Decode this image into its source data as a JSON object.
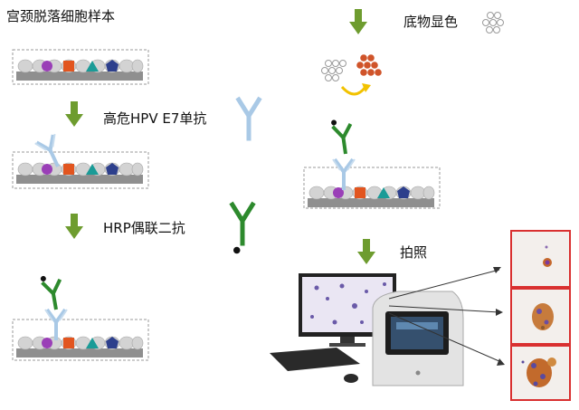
{
  "labels": {
    "sample": "宫颈脱落细胞样本",
    "primary_antibody": "高危HPV E7单抗",
    "secondary_antibody": "HRP偶联二抗",
    "substrate": "底物显色",
    "imaging": "拍照"
  },
  "colors": {
    "arrow": "#6e9c2f",
    "cell": "#d3d3d3",
    "slide": "#8f8f8f",
    "antigen_purple": "#9a3fb7",
    "antigen_orange": "#e2551f",
    "antigen_teal": "#1a9b97",
    "antigen_navy": "#2d3f8c",
    "primary_ab": "#a9c9e6",
    "secondary_ab": "#2d8a2d",
    "hrp": "#111111",
    "substrate_dots": "#d0542a",
    "reaction_arrow": "#f2c200",
    "zoom_frame": "#d93030"
  },
  "icons": {
    "step_arrow": "down-arrow-icon",
    "antibody": "y-antibody-icon",
    "computer": "monitor-icon",
    "imager": "imaging-device-icon"
  }
}
